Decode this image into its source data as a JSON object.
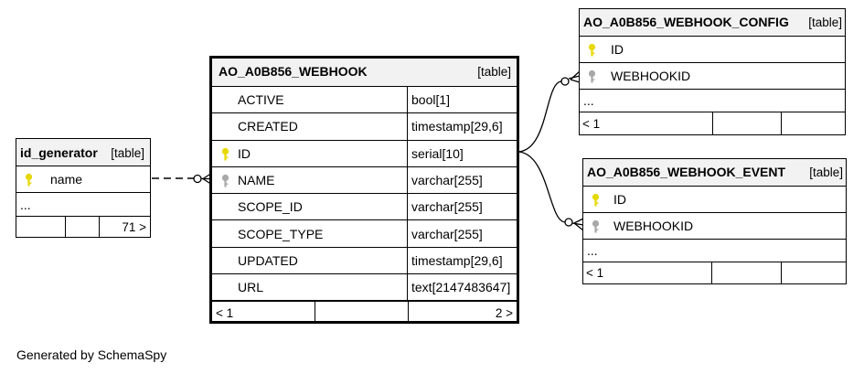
{
  "tables": {
    "id_generator": {
      "name": "id_generator",
      "kind": "[table]",
      "columns": [
        {
          "name": "name",
          "key": "primary"
        }
      ],
      "more": "...",
      "footer": {
        "left": "",
        "mid": "",
        "right": "71 >"
      }
    },
    "webhook": {
      "name": "AO_A0B856_WEBHOOK",
      "kind": "[table]",
      "columns": [
        {
          "name": "ACTIVE",
          "type": "bool[1]"
        },
        {
          "name": "CREATED",
          "type": "timestamp[29,6]"
        },
        {
          "name": "ID",
          "type": "serial[10]",
          "key": "primary"
        },
        {
          "name": "NAME",
          "type": "varchar[255]",
          "key": "foreign"
        },
        {
          "name": "SCOPE_ID",
          "type": "varchar[255]"
        },
        {
          "name": "SCOPE_TYPE",
          "type": "varchar[255]"
        },
        {
          "name": "UPDATED",
          "type": "timestamp[29,6]"
        },
        {
          "name": "URL",
          "type": "text[2147483647]"
        }
      ],
      "footer": {
        "left": "< 1",
        "mid": "",
        "right": "2 >"
      }
    },
    "webhook_config": {
      "name": "AO_A0B856_WEBHOOK_CONFIG",
      "kind": "[table]",
      "columns": [
        {
          "name": "ID",
          "key": "primary"
        },
        {
          "name": "WEBHOOKID",
          "key": "foreign"
        }
      ],
      "more": "...",
      "footer": {
        "left": "< 1",
        "mid": "",
        "right": ""
      }
    },
    "webhook_event": {
      "name": "AO_A0B856_WEBHOOK_EVENT",
      "kind": "[table]",
      "columns": [
        {
          "name": "ID",
          "key": "primary"
        },
        {
          "name": "WEBHOOKID",
          "key": "foreign"
        }
      ],
      "more": "...",
      "footer": {
        "left": "< 1",
        "mid": "",
        "right": ""
      }
    }
  },
  "colors": {
    "primary_key": "#e6d800",
    "foreign_key": "#a8a8a8",
    "header_bg": "#f2f2f2"
  },
  "credit": "Generated by SchemaSpy"
}
